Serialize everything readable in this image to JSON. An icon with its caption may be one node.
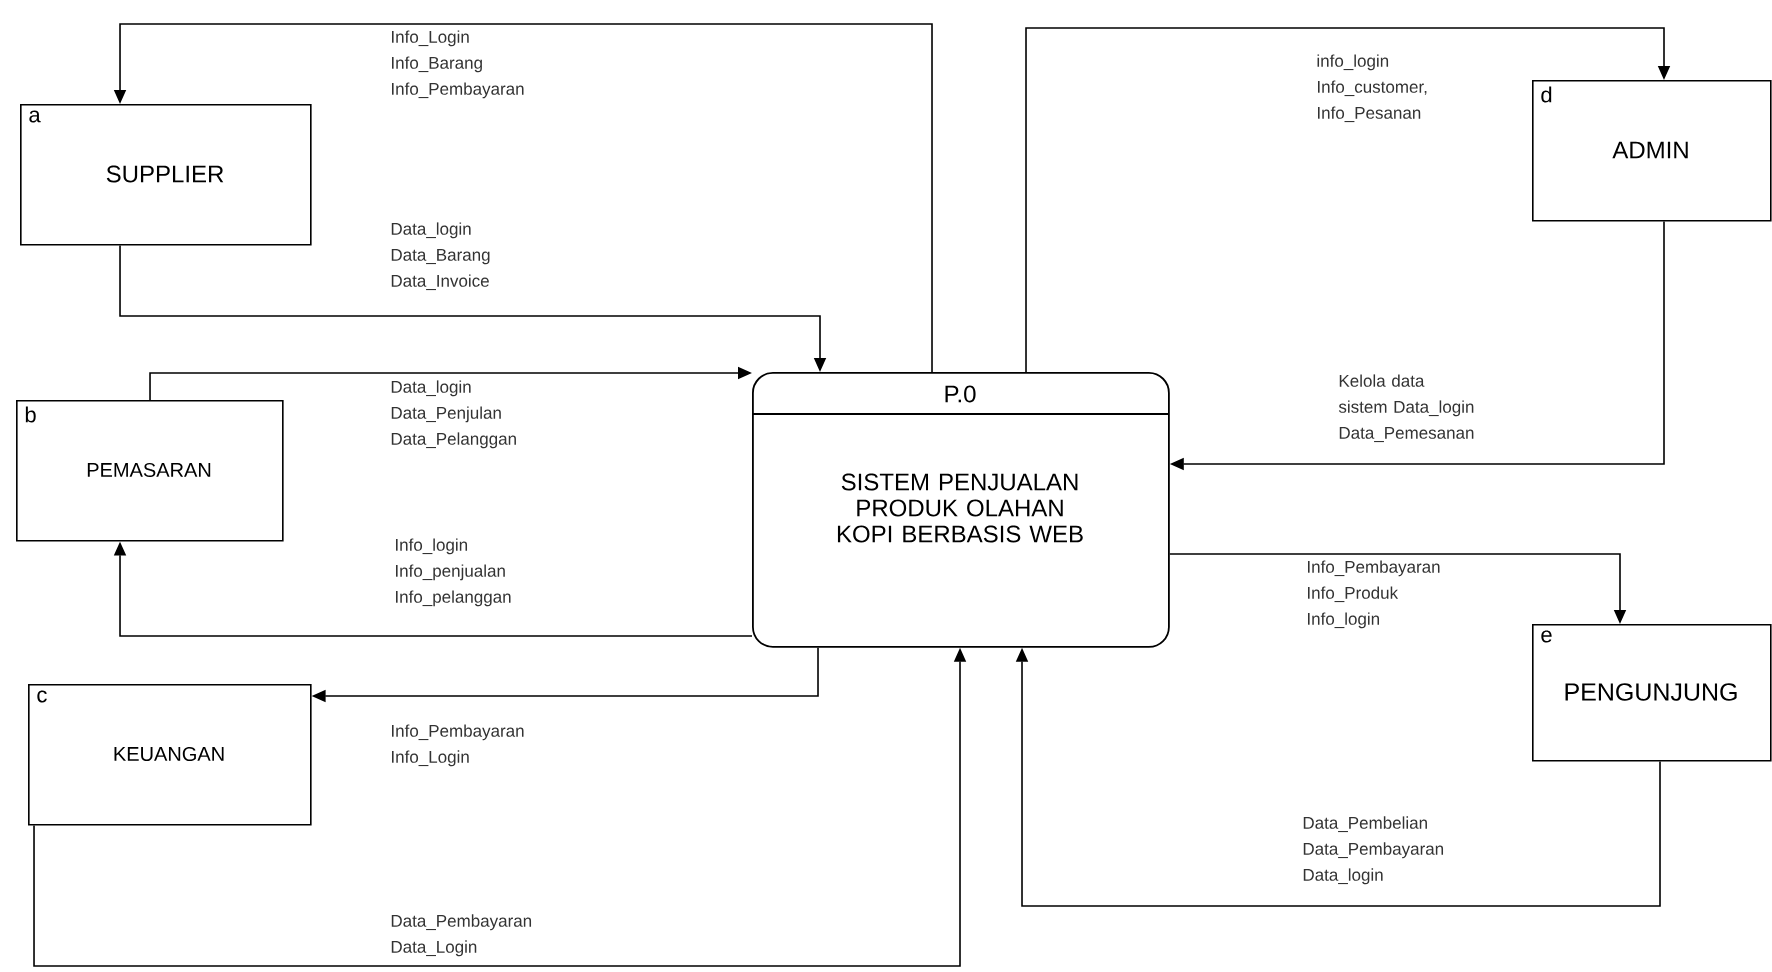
{
  "diagram": {
    "nodes": [
      {
        "text": [
          "a",
          "SUPPLIER"
        ]
      },
      {
        "text": [
          "b",
          "PEMASARAN"
        ]
      },
      {
        "text": [
          "c",
          "KEUANGAN"
        ]
      },
      {
        "text": [
          "d",
          "ADMIN"
        ]
      },
      {
        "text": [
          "e",
          "PENGUNJUNG"
        ]
      },
      {
        "text": [
          "P.0",
          "SISTEM PENJUALAN PRODUK OLAHAN KOPI BERBASIS WEB"
        ]
      }
    ],
    "edges": [
      {
        "from": 5,
        "to": 0,
        "arrow": "to",
        "label": "Info_Login Info_Barang Info_Pembayaran"
      },
      {
        "from": 0,
        "to": 5,
        "arrow": "to",
        "label": "Data_login Data_Barang Data_Invoice"
      },
      {
        "from": 1,
        "to": 5,
        "arrow": "to",
        "label": "Data_login Data_Penjulan Data_Pelanggan"
      },
      {
        "from": 5,
        "to": 1,
        "arrow": "to",
        "label": "Info_login Info_penjualan Info_pelanggan"
      },
      {
        "from": 5,
        "to": 2,
        "arrow": "to",
        "label": "Info_Pembayaran Info_Login"
      },
      {
        "from": 2,
        "to": 5,
        "arrow": "to",
        "label": "Data_Pembayaran Data_Login"
      },
      {
        "from": 5,
        "to": 3,
        "arrow": "to",
        "label": "info_login Info_customer, Info_Pesanan"
      },
      {
        "from": 3,
        "to": 5,
        "arrow": "to",
        "label": "Kelola data sistem Data_login Data_Pemesanan"
      },
      {
        "from": 5,
        "to": 4,
        "arrow": "to",
        "label": "Info_Pembayaran Info_Produk Info_login"
      },
      {
        "from": 4,
        "to": 5,
        "arrow": "to",
        "label": "Data_Pembelian Data_Pembayaran Data_login"
      }
    ]
  }
}
